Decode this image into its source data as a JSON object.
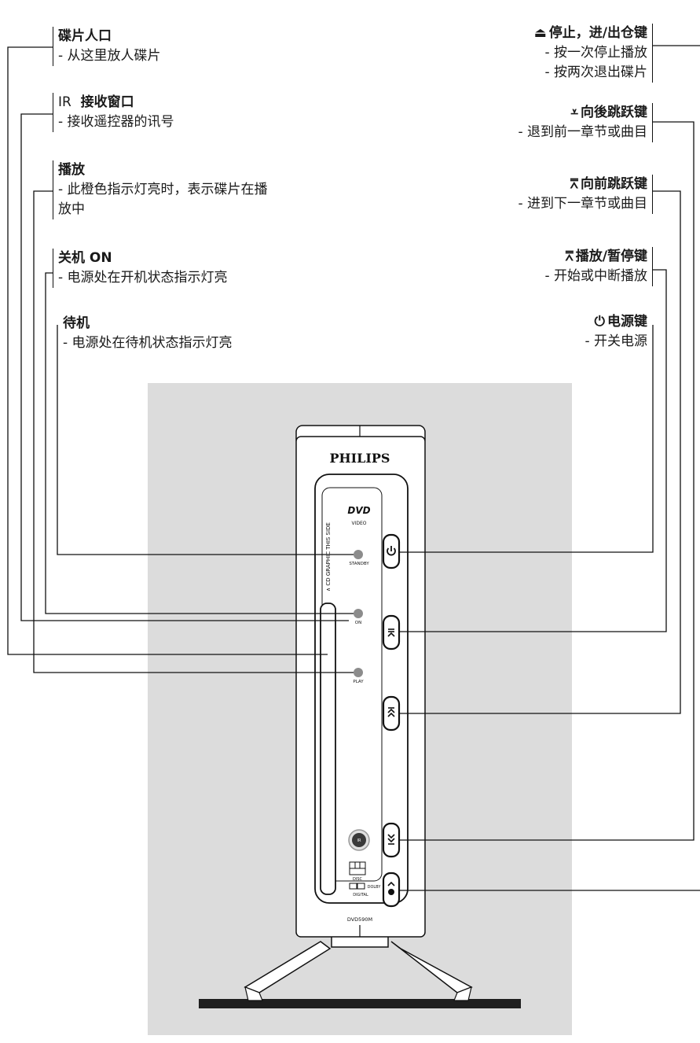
{
  "left_labels": [
    {
      "title": "碟片人口",
      "desc": [
        "- 从这里放人碟片"
      ]
    },
    {
      "prefix": "IR",
      "title": "接收窗口",
      "desc": [
        "- 接收遥控器的讯号"
      ]
    },
    {
      "title": "播放",
      "desc": [
        "- 此橙色指示灯亮时，表示碟片在播",
        "放中"
      ]
    },
    {
      "title": "关机 ON",
      "desc": [
        "- 电源处在开机状态指示灯亮"
      ]
    },
    {
      "title": "待机",
      "desc": [
        "- 电源处在待机状态指示灯亮"
      ]
    }
  ],
  "right_labels": [
    {
      "icon": "eject-icon",
      "symbol": "⏏",
      "title": "停止，进/出仓键",
      "desc": [
        "- 按一次停止播放",
        "- 按两次退出碟片"
      ]
    },
    {
      "icon": "skip-back-icon",
      "symbol": "⩡",
      "title": "向後跳跃键",
      "desc": [
        "- 退到前一章节或曲目"
      ]
    },
    {
      "icon": "skip-forward-icon",
      "symbol": "⩞",
      "title": "向前跳跃键",
      "desc": [
        "- 进到下一章节或曲目"
      ]
    },
    {
      "icon": "play-pause-icon",
      "symbol": "⩞",
      "title": "播放/暂停键",
      "desc": [
        "- 开始或中断播放"
      ]
    },
    {
      "icon": "power-icon",
      "symbol": "⏻",
      "title": "电源键",
      "desc": [
        "- 开关电源"
      ]
    }
  ],
  "device": {
    "brand": "PHILIPS",
    "dvd_logo": "DVD",
    "dvd_sub": "VIDEO",
    "slot_text": "∧ CD GRAPHIC THIS SIDE",
    "led_standby": "STANDBY",
    "led_on": "ON",
    "led_play": "PLAY",
    "ir_label": "IR",
    "dolby_text": "DOLBY",
    "dolby_sub": "DIGITAL",
    "disc_logo": "DISC",
    "model": "DVD590M"
  },
  "colors": {
    "background_panel": "#dcdcdc",
    "device_body": "#ffffff",
    "line": "#111111",
    "led": "#8c8c8c"
  }
}
